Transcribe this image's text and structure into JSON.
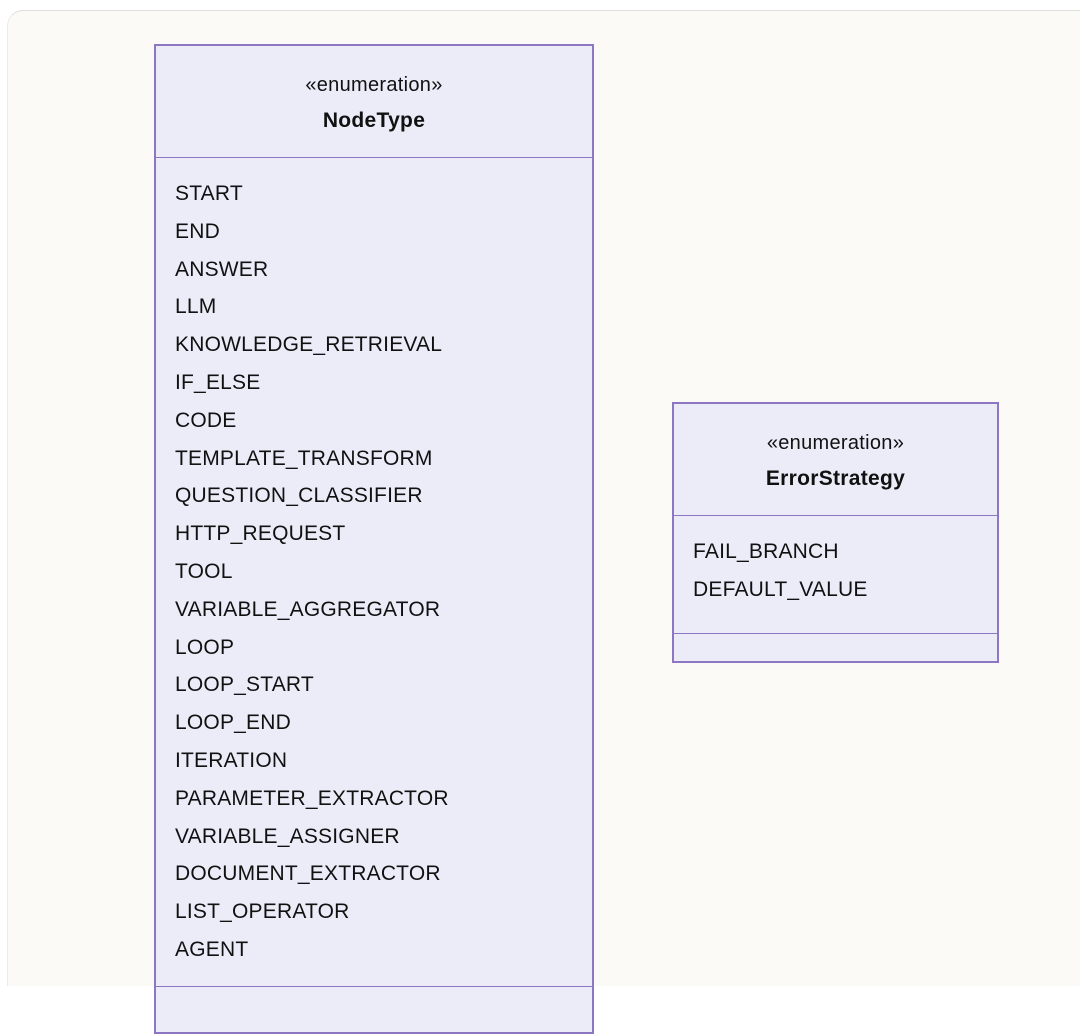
{
  "diagram": {
    "type": "uml-class-diagram",
    "stereotype_label": "«enumeration»",
    "colors": {
      "page_bg": "#FCFAF6",
      "box_fill": "#ECECF9",
      "box_border": "#8D76C2",
      "text": "#111111"
    },
    "enums": [
      {
        "name": "NodeType",
        "values": [
          "START",
          "END",
          "ANSWER",
          "LLM",
          "KNOWLEDGE_RETRIEVAL",
          "IF_ELSE",
          "CODE",
          "TEMPLATE_TRANSFORM",
          "QUESTION_CLASSIFIER",
          "HTTP_REQUEST",
          "TOOL",
          "VARIABLE_AGGREGATOR",
          "LOOP",
          "LOOP_START",
          "LOOP_END",
          "ITERATION",
          "PARAMETER_EXTRACTOR",
          "VARIABLE_ASSIGNER",
          "DOCUMENT_EXTRACTOR",
          "LIST_OPERATOR",
          "AGENT"
        ]
      },
      {
        "name": "ErrorStrategy",
        "values": [
          "FAIL_BRANCH",
          "DEFAULT_VALUE"
        ]
      }
    ]
  }
}
